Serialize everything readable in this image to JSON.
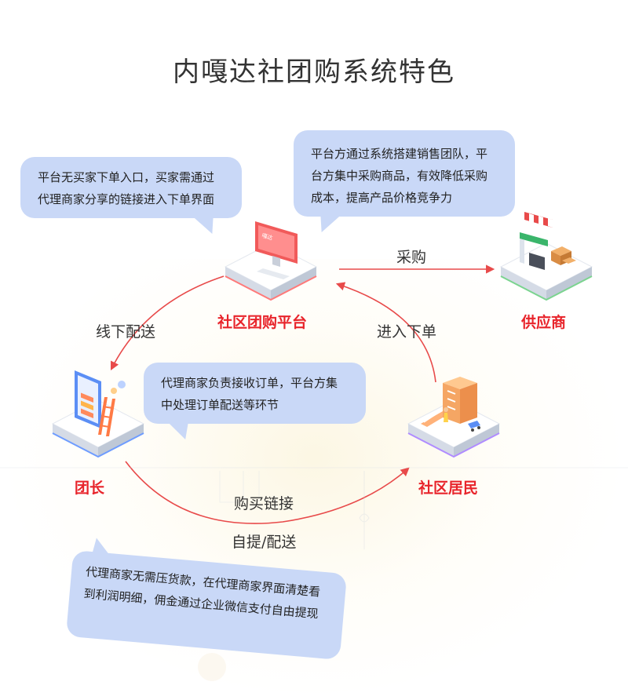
{
  "title": "内嘎达社团购系统特色",
  "nodes": {
    "platform": "社区团购平台",
    "supplier": "供应商",
    "leader": "团长",
    "resident": "社区居民"
  },
  "edges": {
    "purchase": "采购",
    "offline_delivery": "线下配送",
    "place_order": "进入下单",
    "buy_link": "购买链接",
    "pickup_delivery": "自提/配送"
  },
  "bubbles": {
    "b1": [
      "平台无买家下单入口，买家需通过",
      "代理商家分享的链接进入下单界面"
    ],
    "b2": [
      "平台方通过系统搭建销售团队，平",
      "台方集中采购商品，有效降低采购",
      "成本，提高产品价格竞争力"
    ],
    "b3": [
      "代理商家负责接收订单，平台方集",
      "中处理订单配送等环节"
    ],
    "b4": [
      "代理商家无需压货款，在代理商家界面清楚看",
      "到利润明细，佣金通过企业微信支付自由提现"
    ]
  },
  "screen_logo": "嘎达",
  "colors": {
    "accent_red": "#e8242b",
    "bubble_blue": "#c9d8f7",
    "arrow_red": "#e84a4a"
  }
}
